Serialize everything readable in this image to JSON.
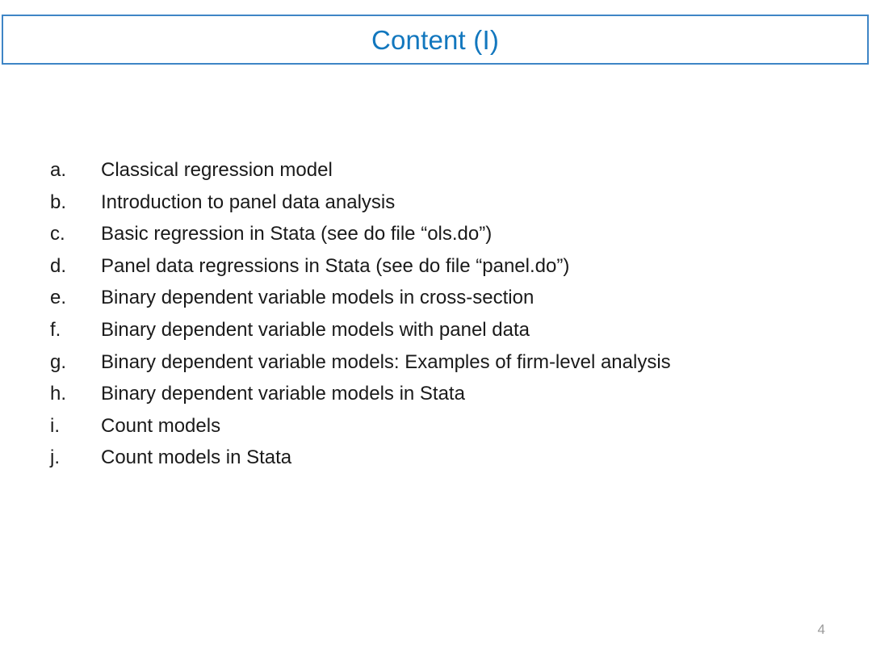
{
  "slide": {
    "title": "Content (I)",
    "page_number": "4",
    "accent_color": "#1277be",
    "border_color": "#3e85c6",
    "text_color": "#1a1a1a",
    "page_number_color": "#9a9a9a",
    "background_color": "#ffffff"
  },
  "content": {
    "items": [
      {
        "marker": "a.",
        "text": "Classical regression model"
      },
      {
        "marker": "b.",
        "text": "Introduction to panel data analysis"
      },
      {
        "marker": "c.",
        "text": "Basic regression in Stata (see do file “ols.do”)"
      },
      {
        "marker": "d.",
        "text": "Panel data regressions in Stata (see do file “panel.do”)"
      },
      {
        "marker": "e.",
        "text": "Binary dependent variable models in cross-section"
      },
      {
        "marker": "f.",
        "text": "Binary dependent variable models with panel data"
      },
      {
        "marker": "g.",
        "text": "Binary dependent variable models: Examples of firm-level analysis"
      },
      {
        "marker": "h.",
        "text": "Binary dependent variable models in Stata"
      },
      {
        "marker": "i.",
        "text": "Count models"
      },
      {
        "marker": "j.",
        "text": "Count models in Stata"
      }
    ]
  }
}
